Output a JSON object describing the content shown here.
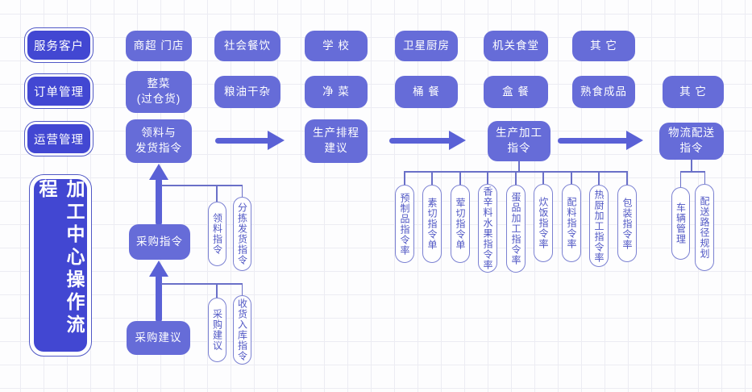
{
  "diagram_title": "加工中心操作流程",
  "left_labels": {
    "customers": "服务客户",
    "orders": "订单管理",
    "operations": "运营管理"
  },
  "customers_row": [
    "商超 门店",
    "社会餐饮",
    "学 校",
    "卫星厨房",
    "机关食堂",
    "其 它"
  ],
  "orders_row": [
    "整菜\n(过仓货)",
    "粮油干杂",
    "净 菜",
    "桶 餐",
    "盒 餐",
    "熟食成品",
    "其 它"
  ],
  "flow_steps": {
    "material_dispatch": "领料与\n发货指令",
    "scheduling": "生产排程\n建议",
    "production": "生产加工\n指令",
    "logistics": "物流配送\n指令"
  },
  "procurement": {
    "purchase_order": "采购指令",
    "purchase_suggestion": "采购建议",
    "order_details": [
      "领料指令",
      "分拣发货指令"
    ],
    "suggestion_details": [
      "采购建议",
      "收货入库指令"
    ]
  },
  "production_details": [
    "预制品指令率",
    "素切指令单",
    "荤切指令单",
    "香辛料水果指令率",
    "蛋品加工指令率",
    "炊饭指令率",
    "配料指令率",
    "热厨加工指令率",
    "包装指令率"
  ],
  "logistics_details": [
    "车辆管理",
    "配送路径规划"
  ],
  "colors": {
    "node_fill": "#666cd8",
    "label_fill": "#4247d2",
    "label_outline": "#5058c6",
    "arrow": "#5a61d6",
    "detail_border": "#7b81d2",
    "detail_text": "#5057c4",
    "connector": "#6a70c8",
    "background": "#fdfdfe",
    "grid_line": "#ececf3"
  }
}
